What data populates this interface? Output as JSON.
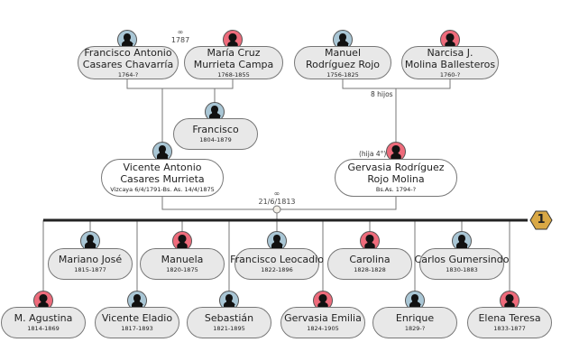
{
  "colors": {
    "male": "#a9c6d5",
    "female": "#ee6b7b",
    "node_fill": "#e8e8e8",
    "node_fill_highlight": "#ffffff",
    "line": "#777777",
    "timeline": "#222222",
    "badge": "#d9a845"
  },
  "grandparents": {
    "paternal_father": {
      "name_line1": "Francisco Antonio",
      "name_line2": "Casares Chavarría",
      "dates": "1764-?",
      "sex": "male"
    },
    "paternal_mother": {
      "name_line1": "María Cruz",
      "name_line2": "Murrieta Campa",
      "dates": "1768-1855",
      "sex": "female"
    },
    "paternal_marriage": {
      "symbol": "∞",
      "date": "1787"
    },
    "maternal_father": {
      "name_line1": "Manuel",
      "name_line2": "Rodríguez Rojo",
      "dates": "1756-1825",
      "sex": "male"
    },
    "maternal_mother": {
      "name_line1": "Narcisa J.",
      "name_line2": "Molina Ballesteros",
      "dates": "1760-?",
      "sex": "female"
    },
    "maternal_children_count": "8 hijos"
  },
  "uncle": {
    "name": "Francisco",
    "dates": "1804-1879",
    "sex": "male"
  },
  "parents": {
    "father": {
      "name_line1": "Vicente Antonio",
      "name_line2": "Casares Murrieta",
      "dates": "Vizcaya 6/4/1791-Bs. As. 14/4/1875",
      "sex": "male"
    },
    "mother": {
      "name_line1": "Gervasia Rodríguez",
      "name_line2": "Rojo Molina",
      "dates": "Bs.As. 1794-?",
      "sex": "female",
      "note": "(hija 4°)"
    },
    "marriage": {
      "symbol": "∞",
      "date": "21/6/1813"
    }
  },
  "generation_badge": "1",
  "children_top": [
    {
      "name": "Mariano José",
      "dates": "1815-1877",
      "sex": "male"
    },
    {
      "name": "Manuela",
      "dates": "1820-1875",
      "sex": "female"
    },
    {
      "name": "Francisco Leocadio",
      "dates": "1822-1896",
      "sex": "male"
    },
    {
      "name": "Carolina",
      "dates": "1828-1828",
      "sex": "female"
    },
    {
      "name": "Carlos Gumersindo",
      "dates": "1830-1883",
      "sex": "male"
    }
  ],
  "children_bottom": [
    {
      "name": "M. Agustina",
      "dates": "1814-1869",
      "sex": "female"
    },
    {
      "name": "Vicente Eladio",
      "dates": "1817-1893",
      "sex": "male"
    },
    {
      "name": "Sebastián",
      "dates": "1821-1895",
      "sex": "male"
    },
    {
      "name": "Gervasia Emilia",
      "dates": "1824-1905",
      "sex": "female"
    },
    {
      "name": "Enrique",
      "dates": "1829-?",
      "sex": "male"
    },
    {
      "name": "Elena Teresa",
      "dates": "1833-1877",
      "sex": "female"
    }
  ]
}
